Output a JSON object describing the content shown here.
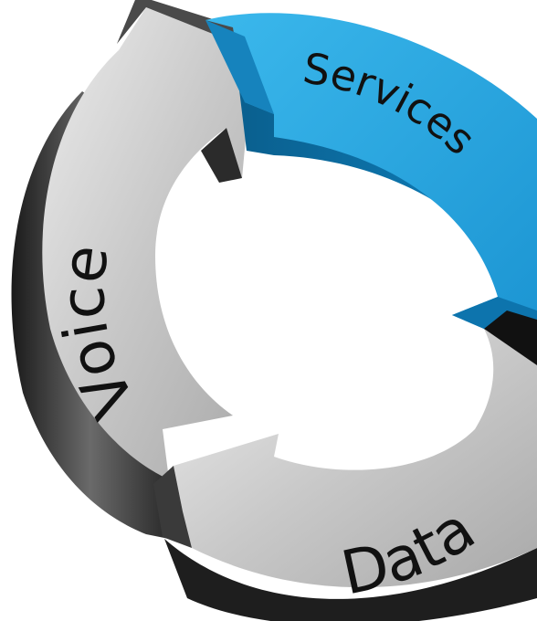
{
  "diagram": {
    "segments": [
      {
        "id": "services",
        "label": "Services",
        "color": "#29a9e1",
        "shade": "#0b6fa3"
      },
      {
        "id": "voice",
        "label": "Voice",
        "color": "#c9c9c9",
        "shade": "#3a3a3a"
      },
      {
        "id": "data",
        "label": "Data",
        "color": "#c9c9c9",
        "shade": "#3a3a3a"
      }
    ],
    "background": "#ffffff"
  }
}
